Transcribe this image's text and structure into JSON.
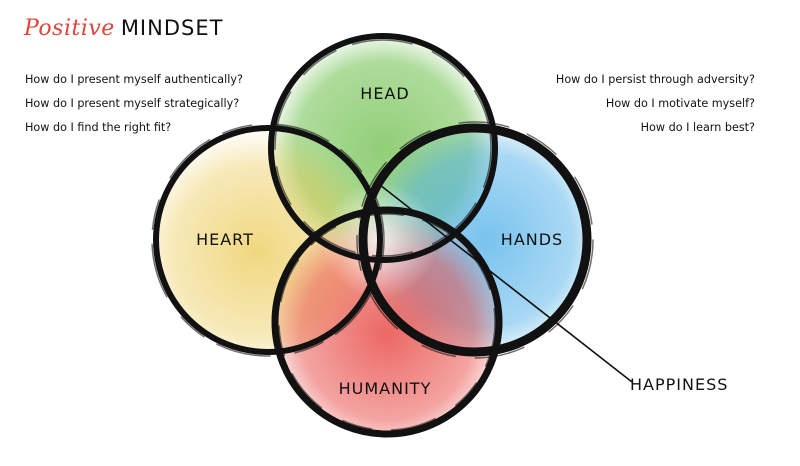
{
  "title": {
    "script_word": "Positive",
    "main_word": "MINDSET",
    "script_color": "#e0443a"
  },
  "left_questions": [
    "How do I present myself authentically?",
    "How do I present myself strategically?",
    "How do I find the right fit?"
  ],
  "right_questions": [
    "How do I persist through adversity?",
    "How do I motivate myself?",
    "How do I learn best?"
  ],
  "circles": [
    {
      "label": "HEAD",
      "color": "#6cbf4a"
    },
    {
      "label": "HEART",
      "color": "#e8c23a"
    },
    {
      "label": "HANDS",
      "color": "#3fa9e6"
    },
    {
      "label": "HUMANITY",
      "color": "#e5352f"
    }
  ],
  "center_label": "HAPPINESS",
  "ink_color": "#111111"
}
